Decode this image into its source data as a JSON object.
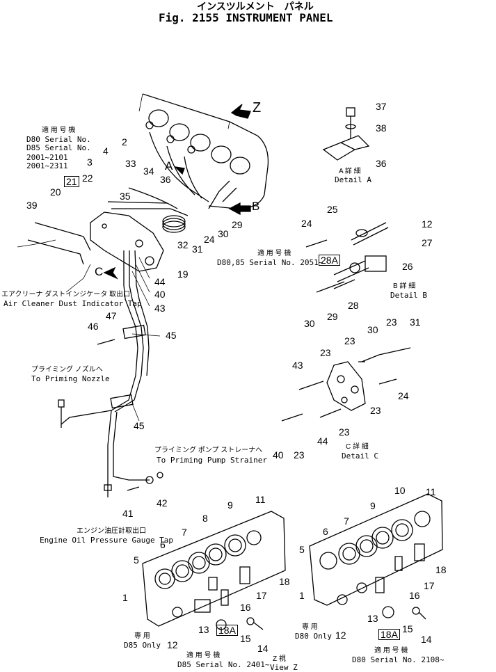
{
  "header": {
    "title_jp": "インスツルメント　パネル",
    "title_en": "Fig. 2155  INSTRUMENT  PANEL"
  },
  "notes": {
    "serial_main_jp": "適 用 号 機",
    "serial_main_1": "D80 Serial No.",
    "serial_main_2": "D85 Serial No.",
    "serial_main_3": "2001~2101",
    "serial_main_4": "2001~2311",
    "serial_b_jp": "適 用 号 機",
    "serial_b_en": "D80,85 Serial No. 2051~",
    "detail_a_jp": "A 詳 細",
    "detail_a_en": "Detail A",
    "detail_b_jp": "B 詳 細",
    "detail_b_en": "Detail B",
    "detail_c_jp": "C 詳 細",
    "detail_c_en": "Detail C",
    "air_jp": "エアクリーナ ダストインジケータ 取出口",
    "air_en": "Air Cleaner Dust Indicator Tap",
    "nozzle_jp": "プライミング ノズルへ",
    "nozzle_en": "To Priming Nozzle",
    "strainer_jp": "プライミング ポンプ ストレーナへ",
    "strainer_en": "To Priming Pump Strainer",
    "gauge_jp": "エンジン油圧計取出口",
    "gauge_en": "Engine Oil Pressure Gauge Tap",
    "d85only_jp": "専 用",
    "d85only_en": "D85 Only",
    "d80only_jp": "専 用",
    "d80only_en": "D80 Only",
    "serial_d85_jp": "適 用 号 機",
    "serial_d85_en": "D85 Serial No. 2401~",
    "viewz_jp": "Z 視",
    "viewz_en": "View Z",
    "serial_d80_jp": "適 用 号 機",
    "serial_d80_en": "D80 Serial No. 2108~"
  },
  "arrows": {
    "z": "Z",
    "a": "A",
    "b": "B",
    "c": "C"
  },
  "parts": {
    "p37": "37",
    "p38": "38",
    "p36a": "36",
    "p2": "2",
    "p4": "4",
    "p3": "3",
    "p21": "21",
    "p22": "22",
    "p20": "20",
    "p39": "39",
    "p33": "33",
    "p34": "34",
    "p36": "36",
    "p35": "35",
    "p32": "32",
    "p31": "31",
    "p24m": "24",
    "p30m": "30",
    "p29m": "29",
    "p19": "19",
    "p44": "44",
    "p40": "40",
    "p43": "43",
    "p46": "46",
    "p47": "47",
    "p45a": "45",
    "p45b": "45",
    "p42": "42",
    "p41": "41",
    "p25": "25",
    "p24b": "24",
    "p12b": "12",
    "p27": "27",
    "p28a": "28A",
    "p26": "26",
    "p30b": "30",
    "p29b": "29",
    "p28": "28",
    "p23c1": "23",
    "p30c": "30",
    "p23c2": "23",
    "p31c": "31",
    "p43c": "43",
    "p23c3": "23",
    "p23c4": "23",
    "p24c": "24",
    "p40c": "40",
    "p23c5": "23",
    "p44c": "44",
    "p23c6": "23",
    "l5": "5",
    "l6": "6",
    "l7": "7",
    "l8": "8",
    "l9": "9",
    "l11": "11",
    "l18": "18",
    "l17": "17",
    "l16": "16",
    "l1": "1",
    "l12": "12",
    "l13": "13",
    "l18a": "18A",
    "l15": "15",
    "l14": "14",
    "r5": "5",
    "r6": "6",
    "r7": "7",
    "r9": "9",
    "r10": "10",
    "r11": "11",
    "r18": "18",
    "r17": "17",
    "r16": "16",
    "r1": "1",
    "r12": "12",
    "r13": "13",
    "r18a": "18A",
    "r15": "15",
    "r14": "14"
  }
}
